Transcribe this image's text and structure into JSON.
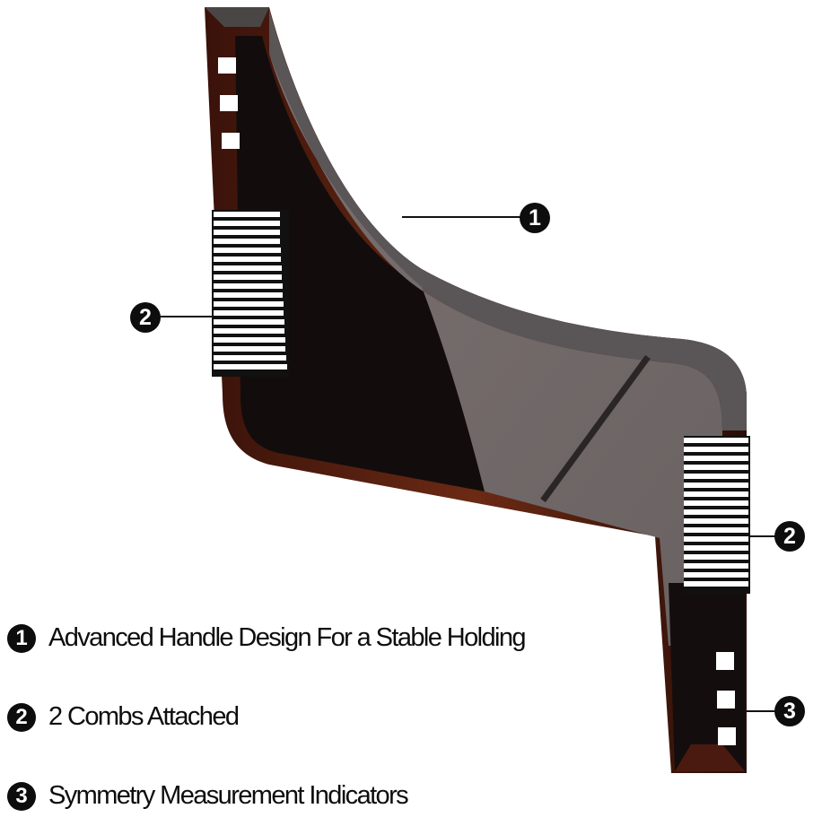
{
  "figure": {
    "subject": "beard shaping template with attached combs",
    "colors": {
      "background": "#ffffff",
      "body_dark": "#120d0c",
      "body_gray": "#6e6565",
      "edge_gray": "#5a5556",
      "rim_brown": "#5a1e10",
      "comb_teeth": "#ffffff",
      "indicator_squares": "#ffffff",
      "badge": "#0d0d0d"
    }
  },
  "callouts": [
    {
      "number": "1",
      "target": "curved handle edge"
    },
    {
      "number": "2",
      "target": "left comb"
    },
    {
      "number": "2",
      "target": "right comb"
    },
    {
      "number": "3",
      "target": "measurement indicator squares"
    }
  ],
  "legend": [
    {
      "number": "1",
      "text": "Advanced Handle Design For a Stable Holding"
    },
    {
      "number": "2",
      "text": "2 Combs Attached"
    },
    {
      "number": "3",
      "text": "Symmetry Measurement Indicators"
    }
  ]
}
